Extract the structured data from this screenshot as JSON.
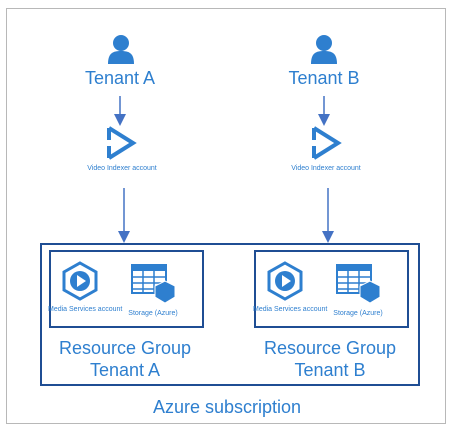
{
  "tenants": [
    {
      "name": "Tenant A",
      "indexer_label": "Video Indexer account",
      "media_label": "Media Services account",
      "storage_label": "Storage (Azure)",
      "rg_line1": "Resource Group",
      "rg_line2": "Tenant A"
    },
    {
      "name": "Tenant B",
      "indexer_label": "Video Indexer account",
      "media_label": "Media Services account",
      "storage_label": "Storage (Azure)",
      "rg_line1": "Resource Group",
      "rg_line2": "Tenant B"
    }
  ],
  "subscription_label": "Azure subscription",
  "colors": {
    "accent": "#2e7fcf",
    "border": "#1f4e94",
    "arrow": "#4472c4"
  }
}
